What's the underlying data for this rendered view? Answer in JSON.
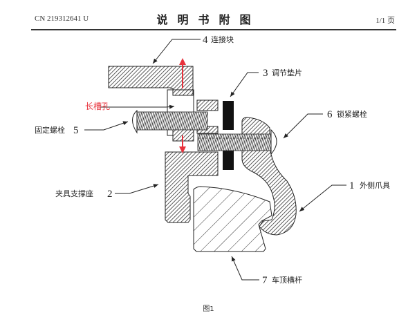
{
  "header": {
    "patent_number": "CN 219312641 U",
    "title": "说明书附图",
    "page": "1/1 页"
  },
  "figure": {
    "caption": "图1",
    "annotation_red": "长槽孔",
    "colors": {
      "annotation": "#e8323c",
      "line": "#222222"
    },
    "parts": [
      {
        "number": "1",
        "name": "外侧爪具"
      },
      {
        "number": "2",
        "name": "夹具支撑座"
      },
      {
        "number": "3",
        "name": "调节垫片"
      },
      {
        "number": "4",
        "name": "连接块"
      },
      {
        "number": "5",
        "name": "固定螺栓"
      },
      {
        "number": "6",
        "name": "锁紧螺栓"
      },
      {
        "number": "7",
        "name": "车顶横杆"
      }
    ]
  }
}
